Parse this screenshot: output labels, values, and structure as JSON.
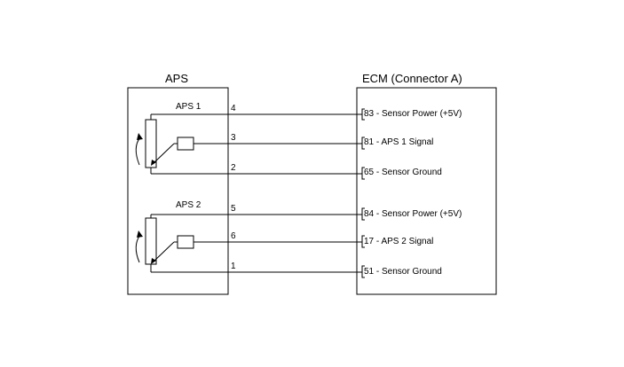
{
  "left_box": {
    "title": "APS",
    "sensors": [
      {
        "label": "APS 1"
      },
      {
        "label": "APS 2"
      }
    ]
  },
  "right_box": {
    "title": "ECM (Connector A)"
  },
  "wires": [
    {
      "aps_pin": "4",
      "ecm_pin": "83",
      "desc": " - Sensor Power (+5V)"
    },
    {
      "aps_pin": "3",
      "ecm_pin": "81",
      "desc": " - APS 1 Signal"
    },
    {
      "aps_pin": "2",
      "ecm_pin": "65",
      "desc": " - Sensor Ground"
    },
    {
      "aps_pin": "5",
      "ecm_pin": "84",
      "desc": " - Sensor Power (+5V)"
    },
    {
      "aps_pin": "6",
      "ecm_pin": "17",
      "desc": " - APS 2 Signal"
    },
    {
      "aps_pin": "1",
      "ecm_pin": "51",
      "desc": " - Sensor Ground"
    }
  ]
}
